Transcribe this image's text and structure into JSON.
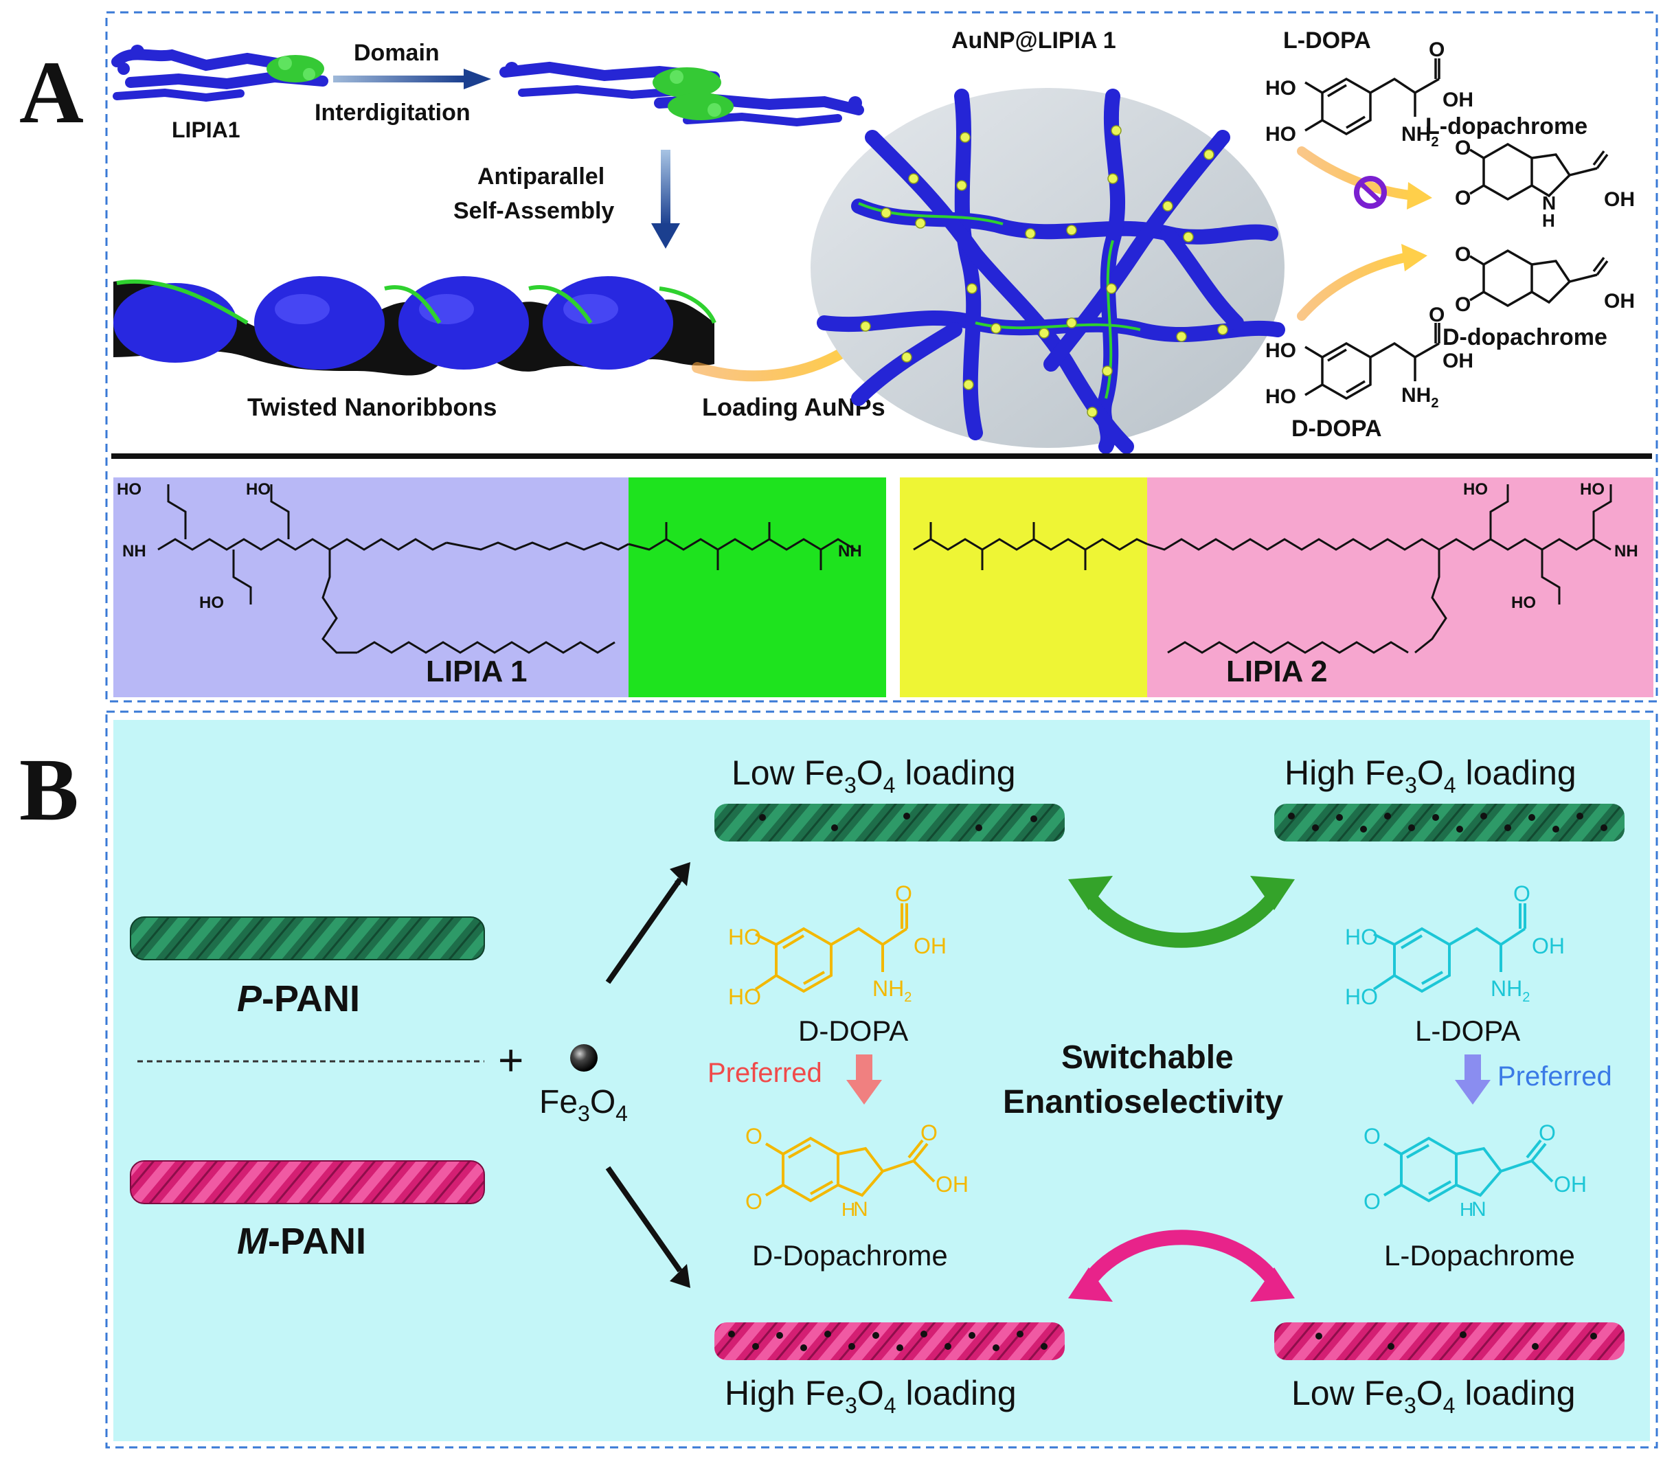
{
  "panel_a": {
    "letter": "A",
    "lipia1_label": "LIPIA1",
    "domain_label_1": "Domain",
    "domain_label_2": "Interdigitation",
    "antiparallel_label_1": "Antiparallel",
    "antiparallel_label_2": "Self-Assembly",
    "twisted_label": "Twisted Nanoribbons",
    "loading_label": "Loading AuNPs",
    "aunp_label": "AuNP@LIPIA 1",
    "ldopa_label": "L-DOPA",
    "ddopa_label": "D-DOPA",
    "ldopachrome_label": "L-dopachrome",
    "ddopachrome_label": "D-dopachrome",
    "chem_ho": "HO",
    "chem_oh": "OH",
    "chem_o": "O",
    "chem_nh2": "NH",
    "chem_nh2_sub": "2",
    "chem_n": "N",
    "chem_h": "H"
  },
  "panel_a_structures": {
    "lipia1_title": "LIPIA 1",
    "lipia2_title": "LIPIA 2",
    "colors": {
      "lipia1_bg": "#b8b8f6",
      "lipia1_green": "#1ee31e",
      "lipia2_yellow": "#eef535",
      "lipia2_pink": "#f6a6cf"
    }
  },
  "panel_b": {
    "letter": "B",
    "p_pani": "P",
    "m_pani": "M",
    "pani_suffix": "-PANI",
    "plus": "+",
    "fe": "Fe",
    "sub3": "3",
    "o": "O",
    "sub4": "4",
    "low_prefix": "Low Fe",
    "high_prefix": "High Fe",
    "loading_suffix": " loading",
    "ddopa": "D-DOPA",
    "ldopa": "L-DOPA",
    "ddopachrome": "D-Dopachrome",
    "ldopachrome": "L-Dopachrome",
    "preferred": "Preferred",
    "switchable": "Switchable",
    "enantio": "Enantioselectivity",
    "colors": {
      "background": "#c4f6f8",
      "green_rod": "#1f7a55",
      "pink_rod": "#e5267f",
      "yellow": "#f3b800",
      "cyan": "#1cc6d6",
      "green_arrow": "#34a32a",
      "pink_arrow": "#e8238a",
      "red_arrow": "#f08080",
      "blue_arrow": "#8a8df0"
    }
  }
}
